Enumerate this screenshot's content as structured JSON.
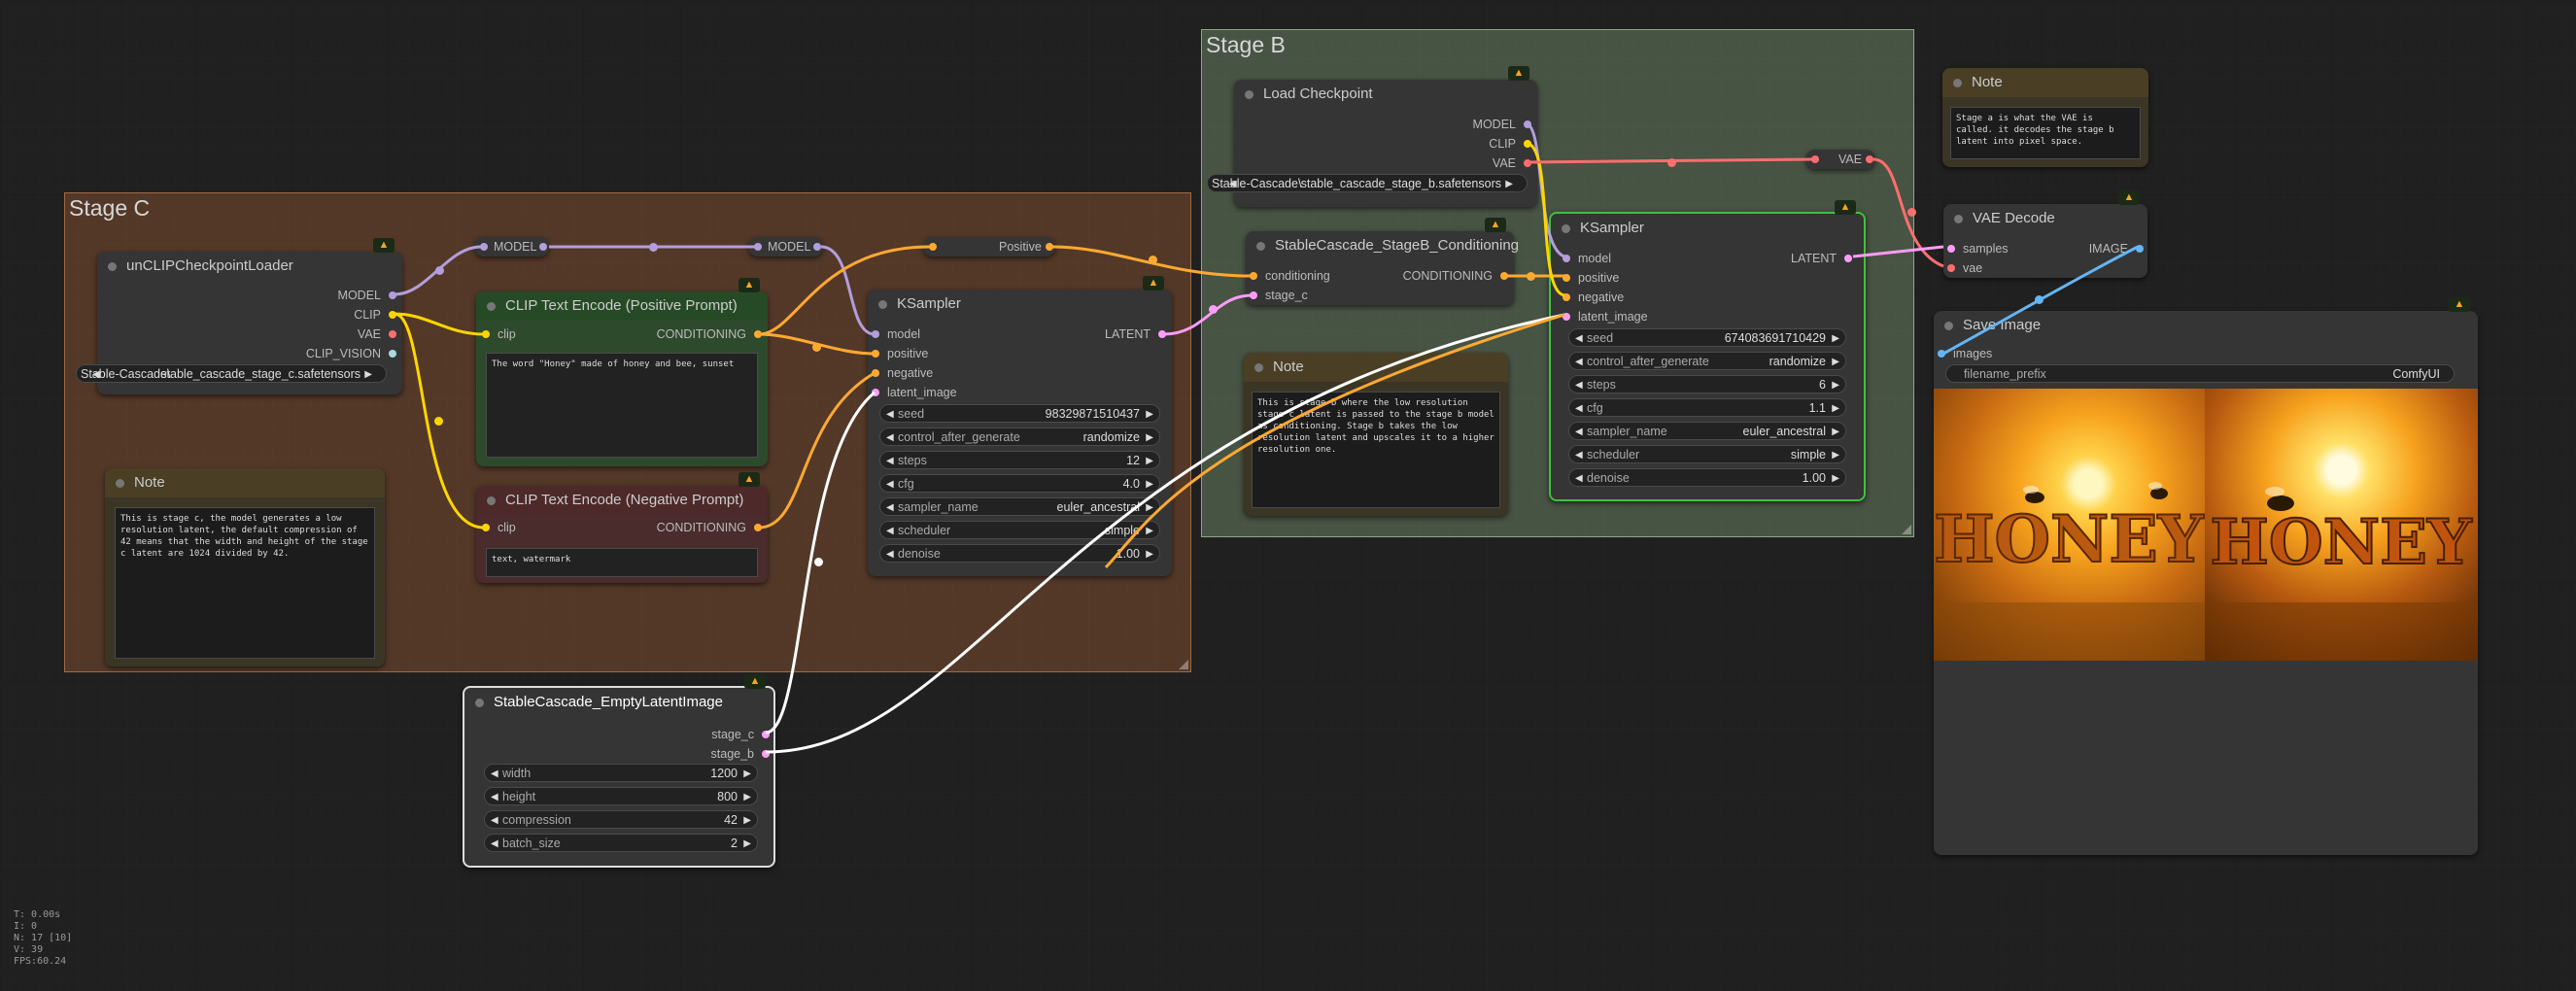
{
  "colors": {
    "model": "#b39ddb",
    "clip": "#ffd500",
    "vae": "#ff6e6e",
    "conditioning": "#ffa931",
    "latent": "#ff9cf9",
    "image": "#64b5f6",
    "stage_b_link": "#ffffff",
    "clip_vision": "#a8dadc"
  },
  "groups": {
    "stage_c": "Stage C",
    "stage_b": "Stage B"
  },
  "unclip": {
    "title": "unCLIPCheckpointLoader",
    "outputs": [
      "MODEL",
      "CLIP",
      "VAE",
      "CLIP_VISION"
    ],
    "ckpt": "stable_cascade_stage_c.safetensors",
    "ckpt_prefix": "Stable-Cascade\\"
  },
  "reroute_model_1": {
    "label": "MODEL"
  },
  "reroute_model_2": {
    "label": "MODEL"
  },
  "reroute_positive": {
    "label": "Positive"
  },
  "clip_pos": {
    "title": "CLIP Text Encode (Positive Prompt)",
    "input": "clip",
    "output": "CONDITIONING",
    "text": "The word \"Honey\" made of honey and bee, sunset"
  },
  "clip_neg": {
    "title": "CLIP Text Encode (Negative Prompt)",
    "input": "clip",
    "output": "CONDITIONING",
    "text": "text, watermark"
  },
  "note_c": {
    "title": "Note",
    "text": "This is stage c, the model generates a low resolution latent, the default compression of 42 means that the width and height of the stage c latent are 1024 divided by 42."
  },
  "ksampler_c": {
    "title": "KSampler",
    "inputs": [
      "model",
      "positive",
      "negative",
      "latent_image"
    ],
    "output": "LATENT",
    "widgets": [
      {
        "label": "seed",
        "value": "983298715104​37"
      },
      {
        "label": "control_after_generate",
        "value": "randomize"
      },
      {
        "label": "steps",
        "value": "12"
      },
      {
        "label": "cfg",
        "value": "4.0"
      },
      {
        "label": "sampler_name",
        "value": "euler_ancestral"
      },
      {
        "label": "scheduler",
        "value": "simple"
      },
      {
        "label": "denoise",
        "value": "1.00"
      }
    ]
  },
  "empty_latent": {
    "title": "StableCascade_EmptyLatentImage",
    "outputs": [
      "stage_c",
      "stage_b"
    ],
    "widgets": [
      {
        "label": "width",
        "value": "1200"
      },
      {
        "label": "height",
        "value": "800"
      },
      {
        "label": "compression",
        "value": "42"
      },
      {
        "label": "batch_size",
        "value": "2"
      }
    ]
  },
  "load_ckpt": {
    "title": "Load Checkpoint",
    "outputs": [
      "MODEL",
      "CLIP",
      "VAE"
    ],
    "ckpt": "stable_cascade_stage_b.safetensors",
    "ckpt_prefix": "Stable-Cascade\\"
  },
  "stageb_cond": {
    "title": "StableCascade_StageB_Conditioning",
    "inputs": [
      "conditioning",
      "stage_c"
    ],
    "output": "CONDITIONING"
  },
  "note_b": {
    "title": "Note",
    "text": "This is stage b where the low resolution stage c latent is passed to the stage b model as conditioning. Stage b takes the low resolution latent and upscales it to a higher resolution one."
  },
  "ksampler_b": {
    "title": "KSampler",
    "inputs": [
      "model",
      "positive",
      "negative",
      "latent_image"
    ],
    "output": "LATENT",
    "widgets": [
      {
        "label": "seed",
        "value": "674083691710429"
      },
      {
        "label": "control_after_generate",
        "value": "randomize"
      },
      {
        "label": "steps",
        "value": "6"
      },
      {
        "label": "cfg",
        "value": "1.1"
      },
      {
        "label": "sampler_name",
        "value": "euler_ancestral"
      },
      {
        "label": "scheduler",
        "value": "simple"
      },
      {
        "label": "denoise",
        "value": "1.00"
      }
    ]
  },
  "reroute_vae": {
    "label": "VAE"
  },
  "note_a": {
    "title": "Note",
    "text": "Stage a is what the VAE is called. it decodes the stage b latent into pixel space."
  },
  "vae_decode": {
    "title": "VAE Decode",
    "inputs": [
      "samples",
      "vae"
    ],
    "output": "IMAGE"
  },
  "save_image": {
    "title": "Save Image",
    "input": "images",
    "prefix_label": "filename_prefix",
    "prefix_value": "ComfyUI",
    "image_word": "HONEY"
  },
  "stats": {
    "t": "T: 0.00s",
    "i": "I: 0",
    "n": "N: 17 [10]",
    "v": "V: 39",
    "fps": "FPS:60.24"
  }
}
